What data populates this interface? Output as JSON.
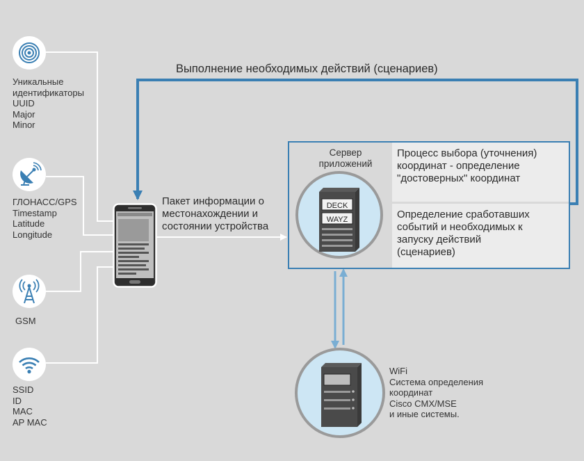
{
  "header": {
    "title": "Выполнение необходимых действий (сценариев)"
  },
  "sources": [
    {
      "icon": "beacon-icon",
      "label": "Уникальные\nидентификаторы\nUUID\nMajor\nMinor"
    },
    {
      "icon": "satellite-dish-icon",
      "label": "ГЛОНАСС/GPS\nTimestamp\nLatitude\nLongitude"
    },
    {
      "icon": "cell-tower-icon",
      "label": "GSM"
    },
    {
      "icon": "wifi-icon",
      "label": "SSID\nID\nMAC\nAP MAC"
    }
  ],
  "phone": {
    "arrow_label": "Пакет информации о\nместонахождении и\nсостоянии устройства"
  },
  "app_server": {
    "label": "Сервер\nприложений",
    "rack_labels": [
      "DECK",
      "WAYZ"
    ],
    "process_1": "Процесс выбора (уточнения)\nкоординат - определение\n\"достоверных\" координат",
    "process_2": "Определение сработавших\nсобытий и необходимых к\nзапуску действий\n(сценариев)"
  },
  "external_system": {
    "label": "WiFi\nСистема определения\nкоординат\nCisco CMX/MSE\nи иные системы."
  },
  "colors": {
    "accent": "#3a7fb3",
    "arrow_light": "#7aaed3",
    "background": "#d9d9d9",
    "circle_fill": "#cde6f4"
  }
}
